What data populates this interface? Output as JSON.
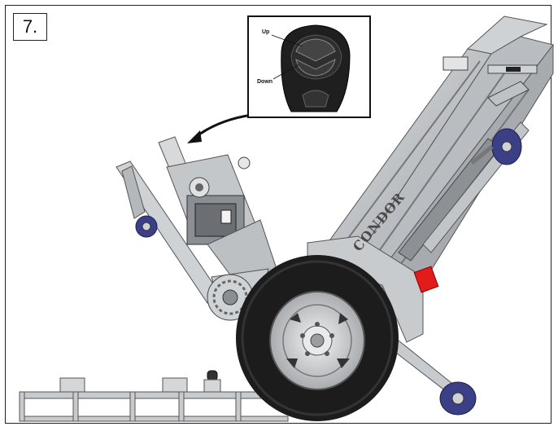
{
  "figure": {
    "step_label": "7.",
    "brand_text": "CONDOR"
  },
  "inset": {
    "up_label": "Up",
    "down_label": "Down"
  },
  "colors": {
    "frame_metal": "#b9bcc0",
    "frame_shadow": "#6f7378",
    "tire": "#1c1c1c",
    "rim": "#d7d9db",
    "caster": "#3b3f86",
    "handle_light": "#cfd2d4",
    "red_block": "#e21b1b"
  }
}
